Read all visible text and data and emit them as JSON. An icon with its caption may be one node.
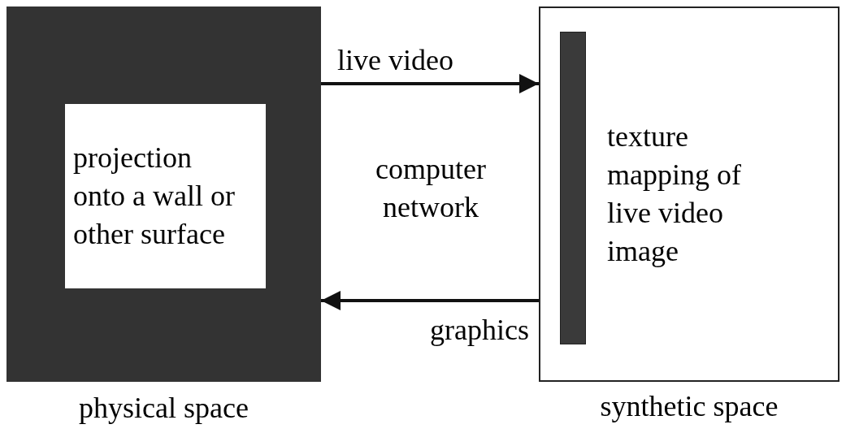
{
  "diagram": {
    "nodes": [
      {
        "text": [],
        "shape": "box",
        "beside": [
          "physical space"
        ]
      },
      {
        "text": [
          "projection onto a wall or other surface"
        ],
        "in": 0
      },
      {
        "text": [
          "texture mapping of live video image"
        ],
        "beside": [
          "synthetic space"
        ]
      },
      {
        "text": [],
        "shape": "bar",
        "in": 2
      }
    ],
    "edges": [
      {
        "from": 0,
        "to": 2,
        "arrow": "to",
        "label": "live video"
      },
      {
        "from": 2,
        "to": 0,
        "arrow": "to",
        "label": "graphics"
      }
    ],
    "labels": [
      "computer network"
    ]
  }
}
